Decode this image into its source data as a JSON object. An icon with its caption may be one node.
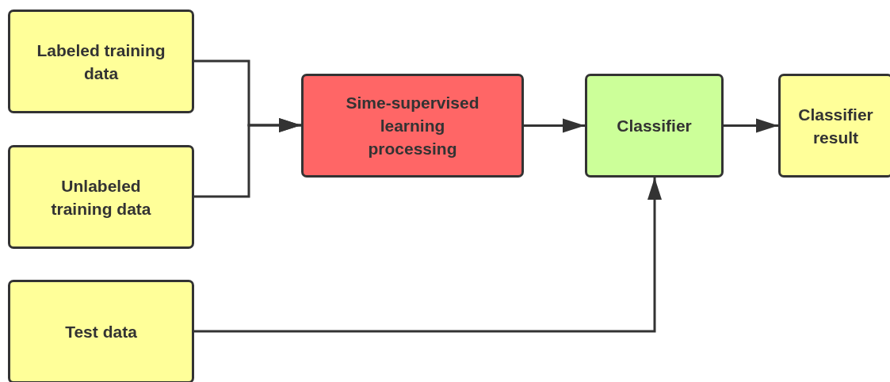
{
  "diagram": {
    "nodes": [
      {
        "text": [
          "Labeled training data"
        ]
      },
      {
        "text": [
          "Unlabeled training data"
        ]
      },
      {
        "text": [
          "Test data"
        ]
      },
      {
        "text": [
          "Sime-supervised learning processing"
        ]
      },
      {
        "text": [
          "Classifier"
        ]
      },
      {
        "text": [
          "Classifier result"
        ]
      }
    ],
    "edges": [
      {
        "from": 0,
        "to": 3,
        "arrow": "to"
      },
      {
        "from": 1,
        "to": 3,
        "arrow": "to"
      },
      {
        "from": 3,
        "to": 4,
        "arrow": "to"
      },
      {
        "from": 4,
        "to": 5,
        "arrow": "to"
      },
      {
        "from": 2,
        "to": 4,
        "arrow": "to"
      }
    ]
  }
}
